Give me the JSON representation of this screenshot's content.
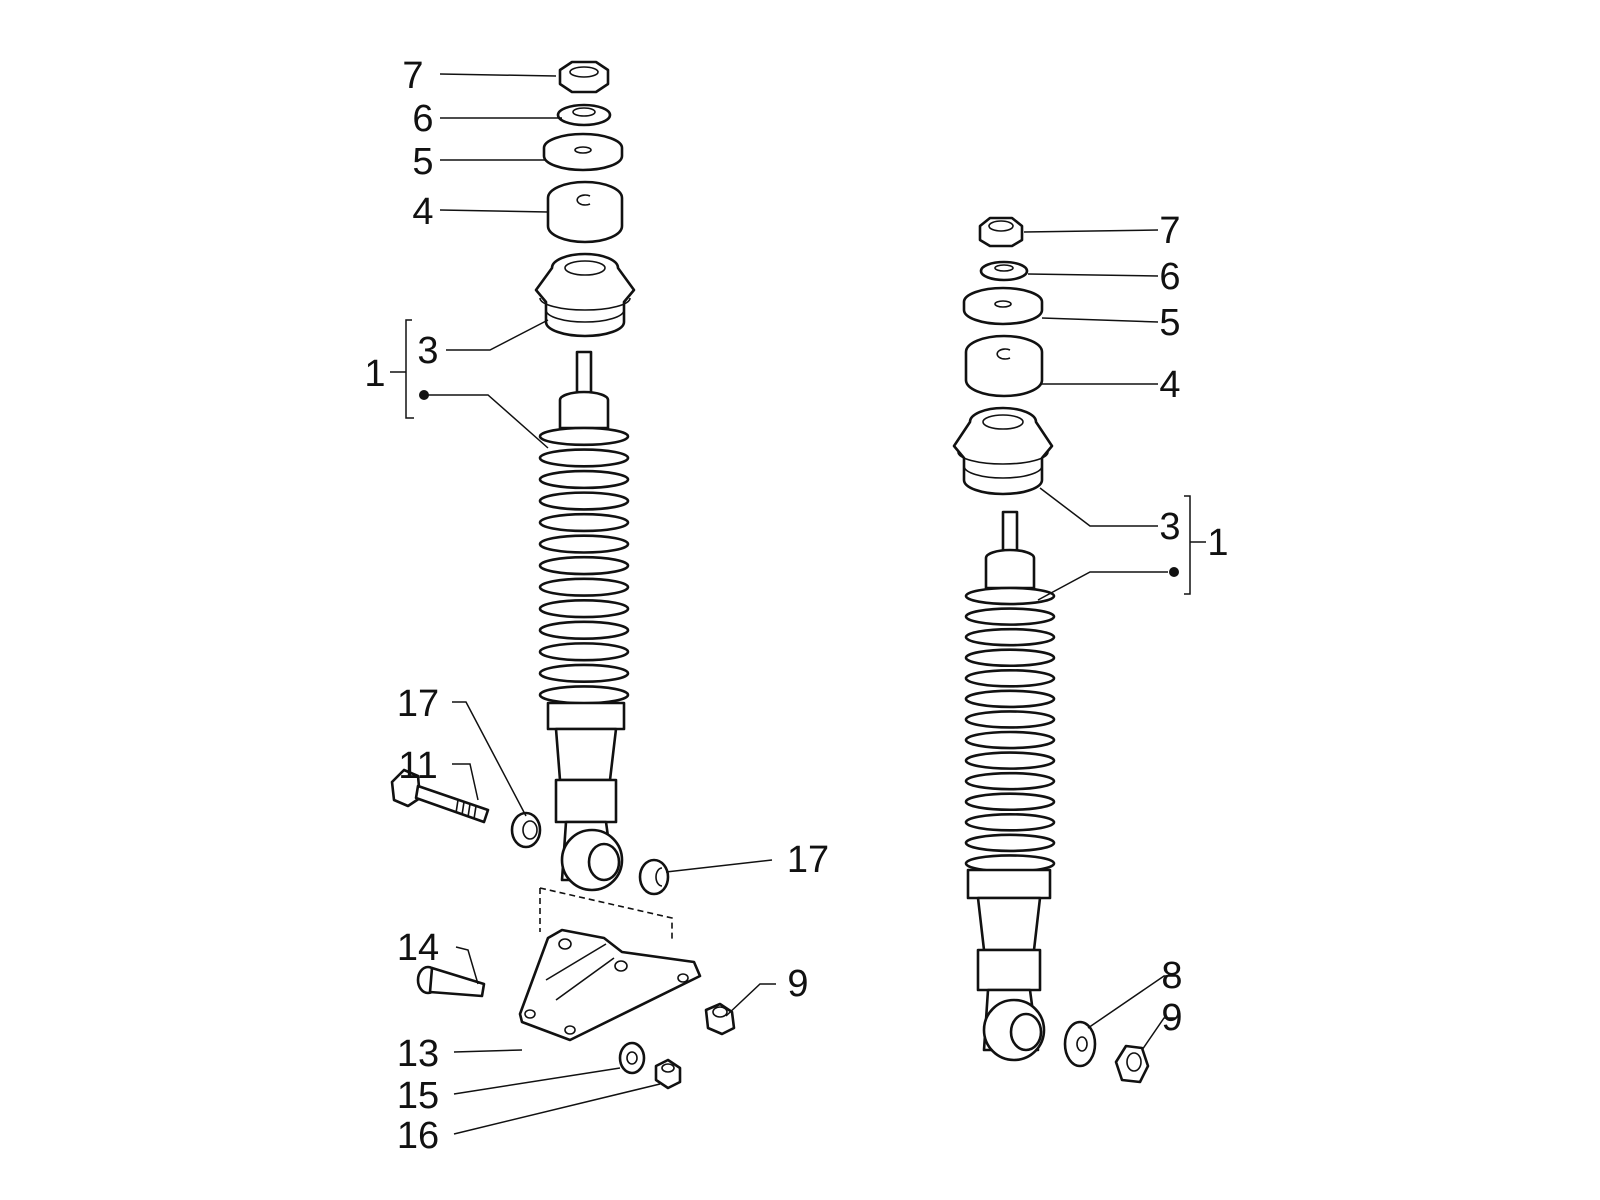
{
  "colors": {
    "ink": "#111111",
    "background": "#ffffff"
  },
  "left_assembly": {
    "labels": {
      "l7": "7",
      "l6": "6",
      "l5": "5",
      "l4": "4",
      "l3": "3",
      "l1": "1",
      "l17a": "17",
      "l11": "11",
      "l17b": "17",
      "l14": "14",
      "l9": "9",
      "l13": "13",
      "l15": "15",
      "l16": "16"
    }
  },
  "right_assembly": {
    "labels": {
      "l7": "7",
      "l6": "6",
      "l5": "5",
      "l4": "4",
      "l3": "3",
      "l1": "1",
      "l8": "8",
      "l9": "9"
    }
  }
}
